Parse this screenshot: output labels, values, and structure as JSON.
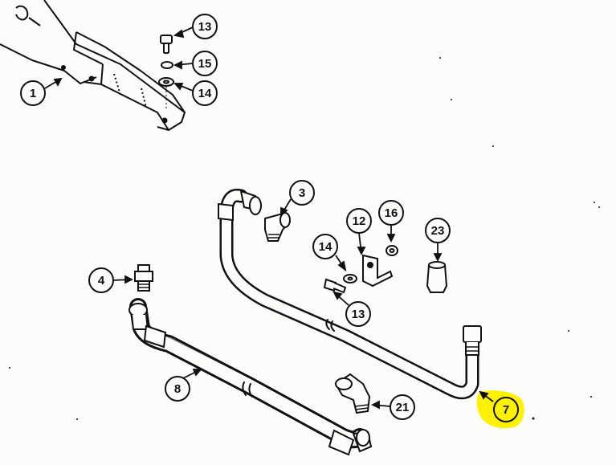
{
  "diagram": {
    "colors": {
      "ink": "#111111",
      "paper": "#fcfcfa",
      "highlight": "#fff200"
    },
    "callouts": {
      "c1": "1",
      "c3": "3",
      "c4": "4",
      "c7": "7",
      "c8": "8",
      "c12": "12",
      "c13a": "13",
      "c13b": "13",
      "c14a": "14",
      "c14b": "14",
      "c15": "15",
      "c16": "16",
      "c21": "21",
      "c23": "23"
    },
    "highlighted_callout": "7"
  }
}
